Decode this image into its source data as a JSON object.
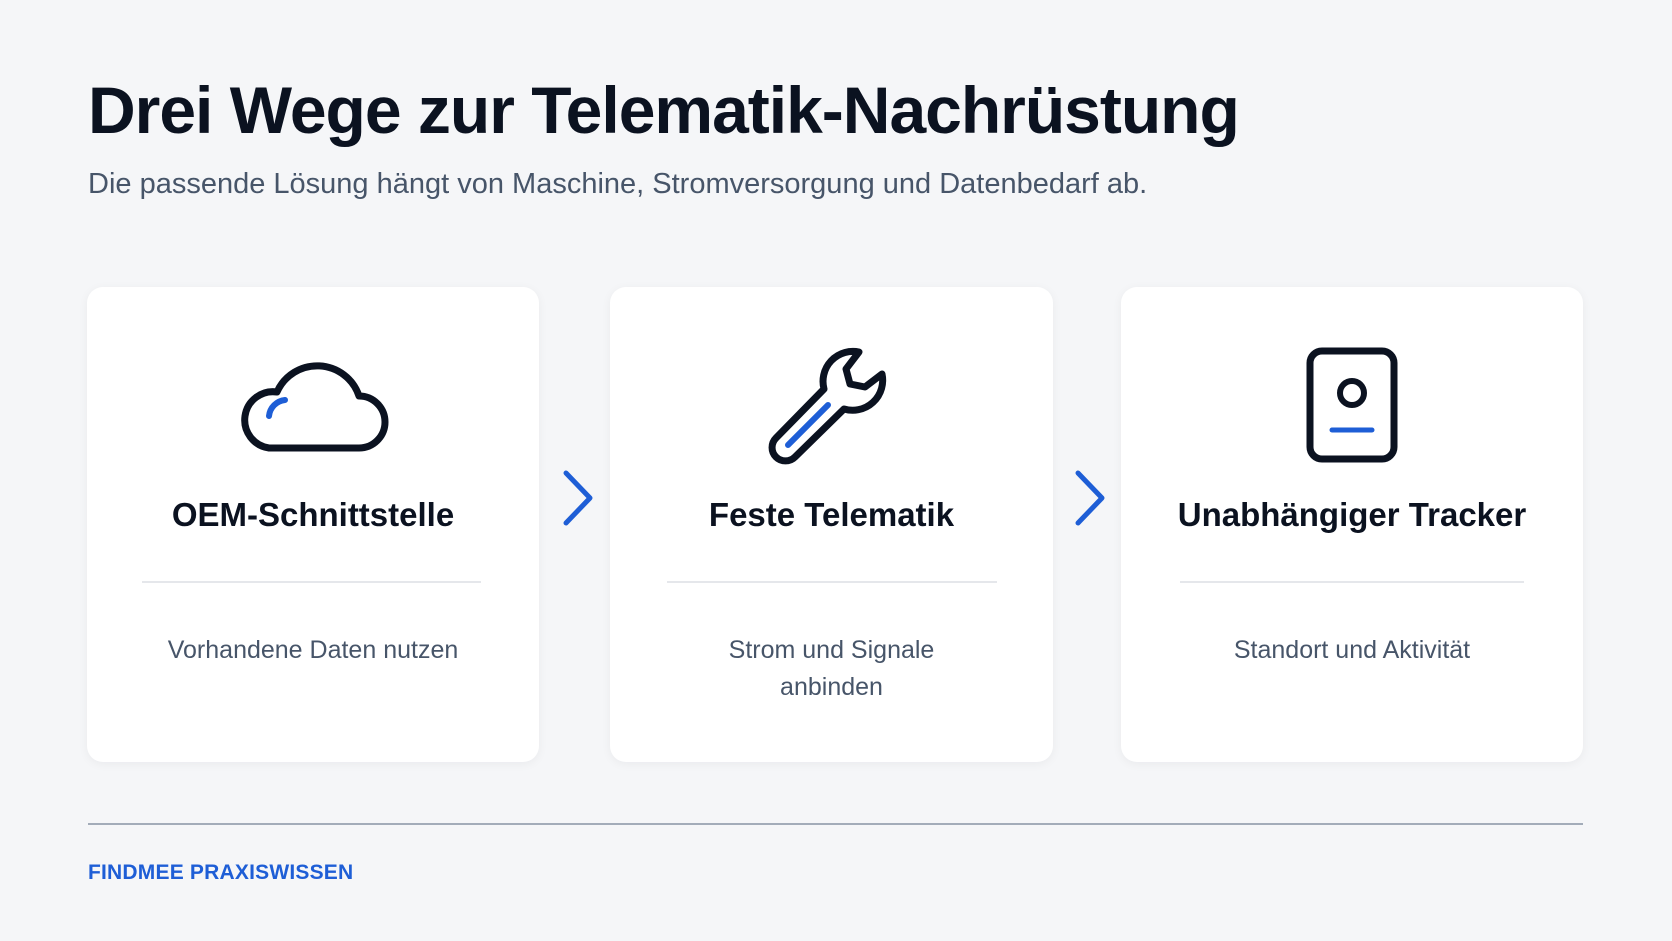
{
  "page": {
    "title": "Drei Wege zur Telematik-Nachrüstung",
    "subtitle": "Die passende Lösung hängt von Maschine, Stromversorgung und Datenbedarf ab."
  },
  "cards": [
    {
      "icon": "cloud-icon",
      "title": "OEM-Schnittstelle",
      "description": "Vorhandene Daten nutzen"
    },
    {
      "icon": "wrench-icon",
      "title": "Feste Telematik",
      "description": "Strom und Signale anbinden"
    },
    {
      "icon": "tracker-icon",
      "title": "Unabhängiger Tracker",
      "description": "Standort und Aktivität"
    }
  ],
  "arrows": [
    "chevron-right-icon",
    "chevron-right-icon"
  ],
  "footer": {
    "brand": "FINDMEE PRAXISWISSEN"
  },
  "colors": {
    "background": "#f5f6f8",
    "card": "#ffffff",
    "text_primary": "#0b1220",
    "text_secondary": "#475569",
    "accent": "#1e5ed6"
  }
}
